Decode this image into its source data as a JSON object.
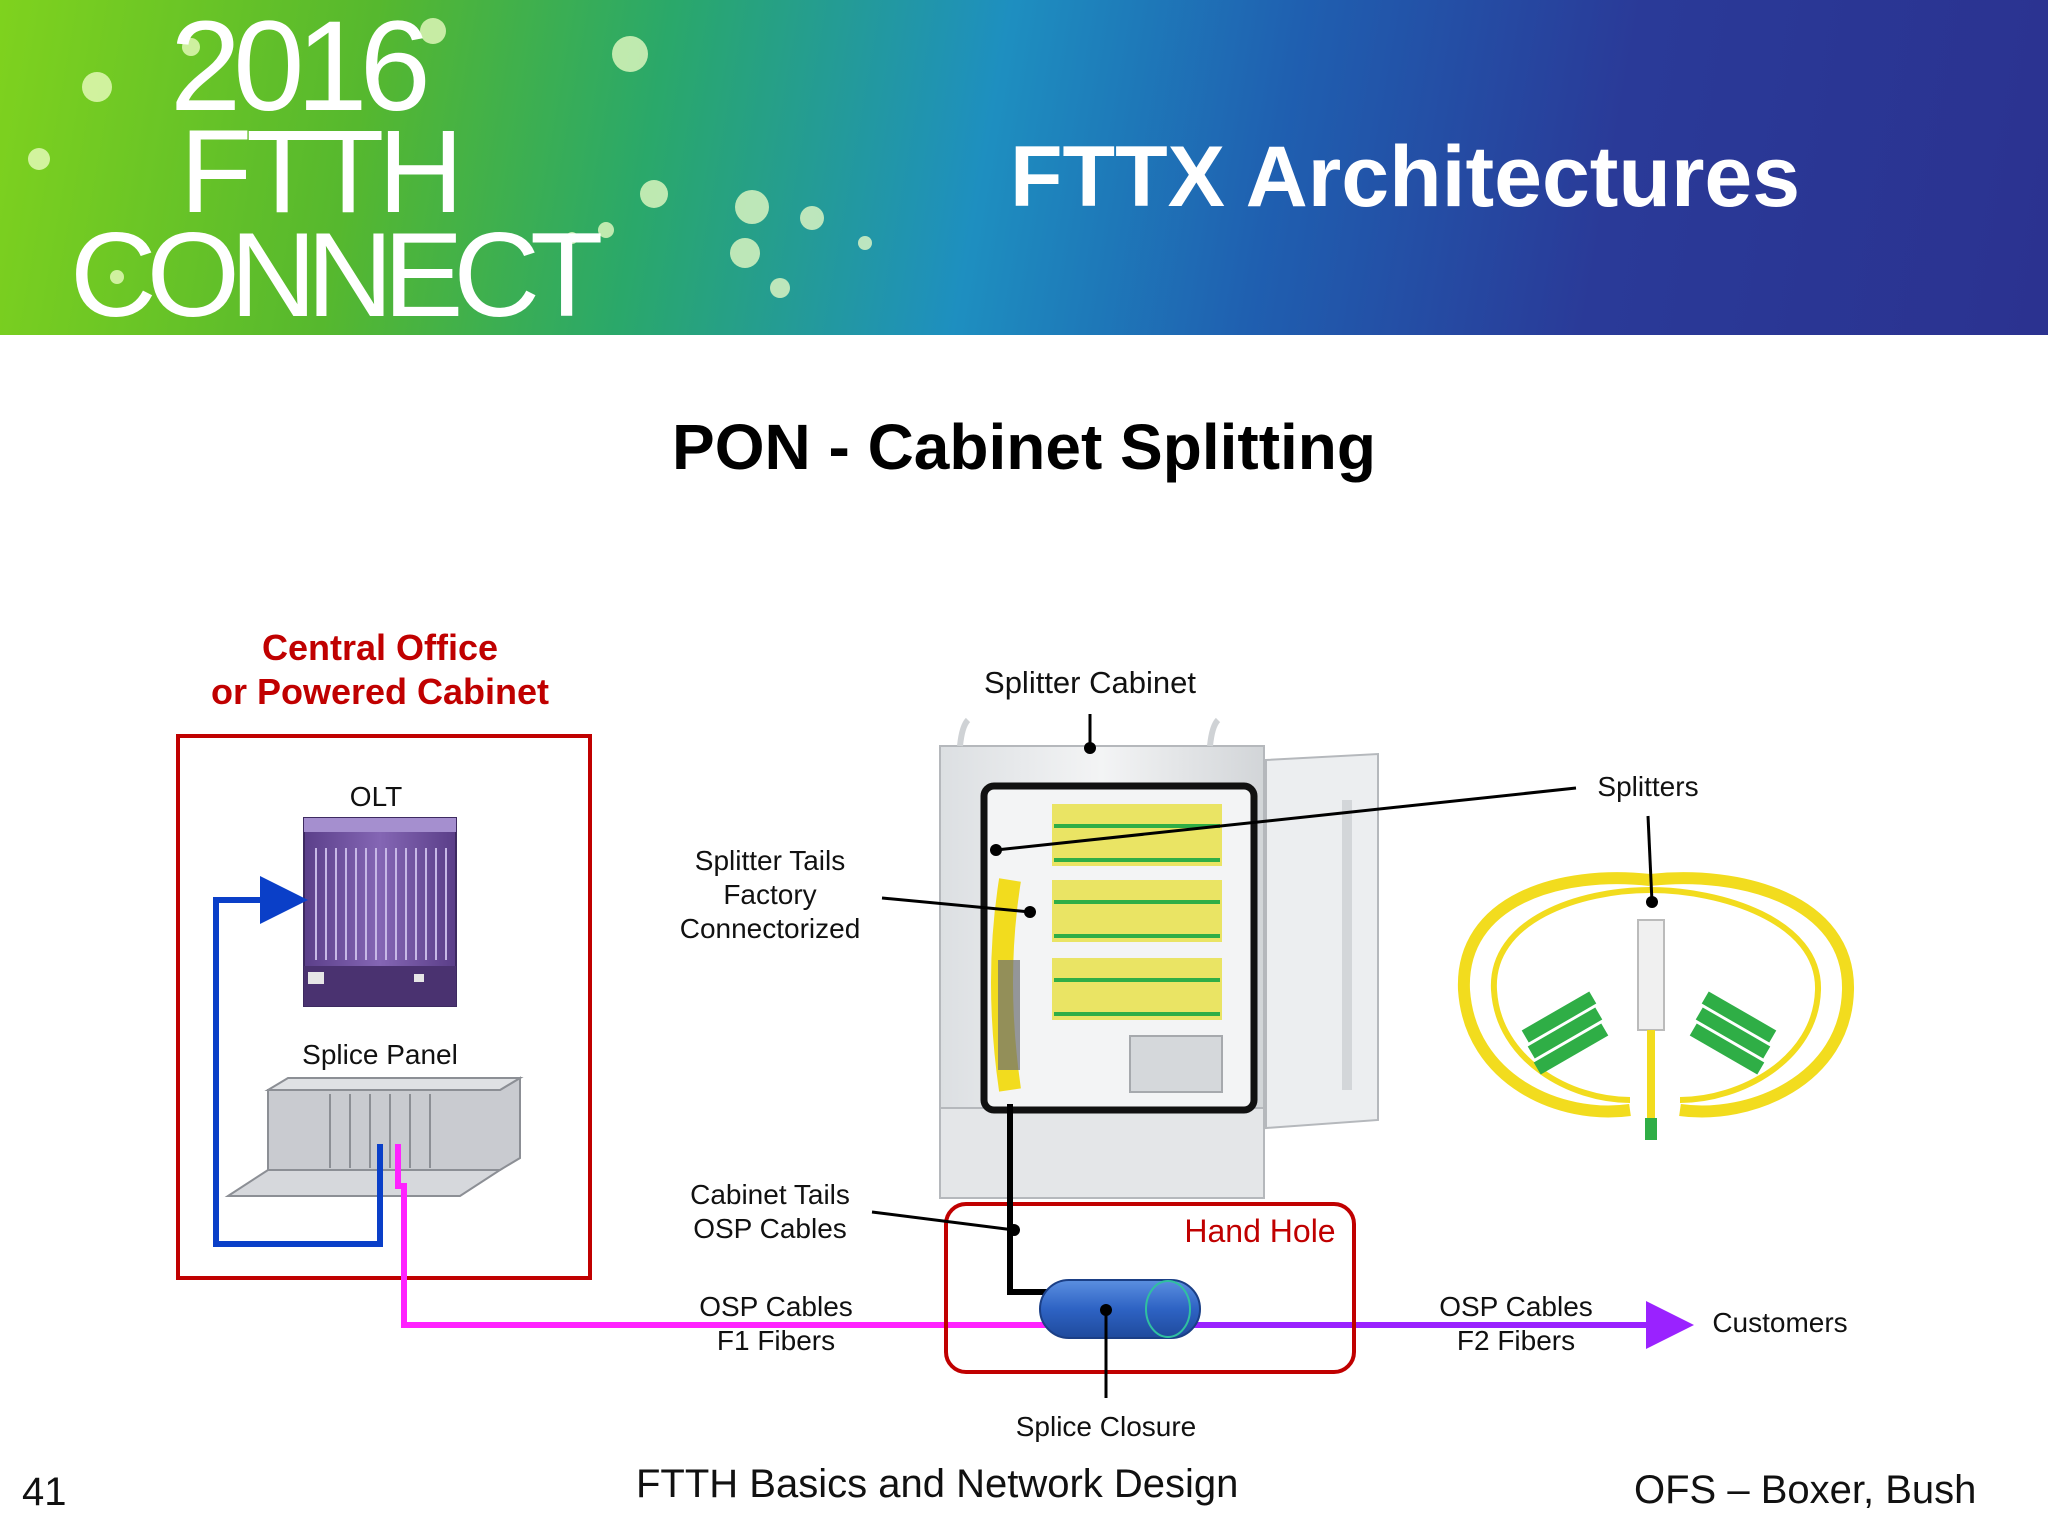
{
  "banner": {
    "logo_year": "2016",
    "logo_line2": "FTTH",
    "logo_line3": "CONNECT",
    "title": "FTTX Architectures"
  },
  "slide_title": "PON - Cabinet Splitting",
  "central_office": {
    "title_line1": "Central Office",
    "title_line2": "or Powered Cabinet",
    "olt_label": "OLT",
    "splice_panel_label": "Splice Panel"
  },
  "cabinet": {
    "label": "Splitter Cabinet",
    "splitter_tails_line1": "Splitter Tails",
    "splitter_tails_line2": "Factory",
    "splitter_tails_line3": "Connectorized",
    "splitters_label": "Splitters",
    "cabinet_tails_line1": "Cabinet Tails",
    "cabinet_tails_line2": "OSP Cables"
  },
  "hand_hole": {
    "label": "Hand Hole",
    "splice_closure_label": "Splice Closure"
  },
  "links": {
    "f1_line1": "OSP Cables",
    "f1_line2": "F1 Fibers",
    "f2_line1": "OSP Cables",
    "f2_line2": "F2 Fibers",
    "customers": "Customers"
  },
  "colors": {
    "red_box": "#c00000",
    "blue_line": "#0a3fc8",
    "magenta_line": "#ff22ff",
    "purple_line": "#9a22ff",
    "closure": "#2e63c4",
    "fiber_yellow": "#f2dc1e",
    "connector_green": "#2fae46"
  },
  "footer": {
    "page_number": "41",
    "center": "FTTH Basics and Network Design",
    "right": "OFS – Boxer, Bush"
  }
}
